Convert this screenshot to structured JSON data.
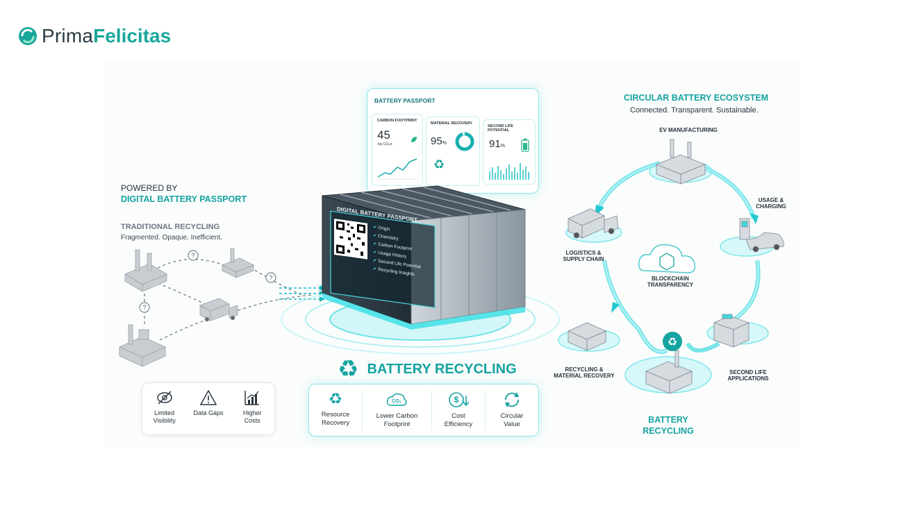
{
  "brand": {
    "prima": "Prima",
    "felicitas": "Felicitas"
  },
  "passport_card": {
    "title": "BATTERY PASSPORT",
    "carbon": {
      "label": "CARBON FOOTPRINT",
      "value": "45",
      "unit": "kg CO₂e"
    },
    "material": {
      "label": "MATERIAL RECOVERY",
      "value": "95",
      "unit": "%"
    },
    "second_life": {
      "label": "SECOND LIFE POTENTIAL",
      "value": "91",
      "unit": "%"
    }
  },
  "powered": {
    "line1": "POWERED BY",
    "line2": "DIGITAL BATTERY PASSPORT"
  },
  "traditional": {
    "title": "TRADITIONAL RECYCLING",
    "subtitle": "Fragmented. Opaque. Inefficient."
  },
  "problems": [
    {
      "icon": "eye-off-icon",
      "label": "Limited\nVisibility"
    },
    {
      "icon": "warning-icon",
      "label": "Data Gaps"
    },
    {
      "icon": "bar-chart-icon",
      "label": "Higher\nCosts"
    }
  ],
  "battery_panel": {
    "title": "DIGITAL BATTERY PASSPORT",
    "items": [
      "Origin",
      "Chemistry",
      "Carbon Footprint",
      "Usage History",
      "Second Life Potential",
      "Recycling Insights"
    ]
  },
  "recycling": {
    "title": "BATTERY RECYCLING"
  },
  "benefits": [
    {
      "icon": "recycle-icon",
      "label": "Resource\nRecovery"
    },
    {
      "icon": "co2-cloud-icon",
      "label": "Lower Carbon\nFootprint"
    },
    {
      "icon": "coin-down-icon",
      "label": "Cost\nEfficiency"
    },
    {
      "icon": "circular-arrows-icon",
      "label": "Circular\nValue"
    }
  ],
  "ecosystem": {
    "title": "CIRCULAR BATTERY ECOSYSTEM",
    "subtitle": "Connected. Transparent. Sustainable.",
    "nodes": {
      "ev": "EV MANUFACTURING",
      "usage": "USAGE &\nCHARGING",
      "logistics": "LOGISTICS &\nSUPPLY CHAIN",
      "blockchain": "BLOCKCHAIN\nTRANSPARENCY",
      "recycling_recovery": "RECYCLING &\nMATERIAL RECOVERY",
      "second_life": "SECOND LIFE\nAPPLICATIONS",
      "battery_recycling": "BATTERY\nRECYCLING"
    }
  },
  "colors": {
    "teal": "#14a3a0",
    "glow": "#3fe0e6",
    "dark": "#24313a",
    "brand_teal": "#1aa79b"
  }
}
